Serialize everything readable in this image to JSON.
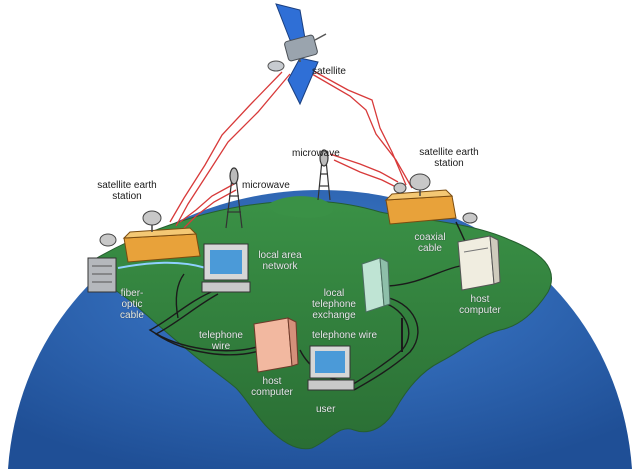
{
  "labels": {
    "satellite": "satellite",
    "microwave_top": "microwave",
    "microwave_left": "microwave",
    "earth_station_left_1": "satellite earth",
    "earth_station_left_2": "station",
    "earth_station_right_1": "satellite earth",
    "earth_station_right_2": "station",
    "lan_1": "local area",
    "lan_2": "network",
    "coaxial_1": "coaxial",
    "coaxial_2": "cable",
    "fiber_1": "fiber-",
    "fiber_2": "optic",
    "fiber_3": "cable",
    "exchange_1": "local",
    "exchange_2": "telephone",
    "exchange_3": "exchange",
    "tel_wire_right": "telephone wire",
    "tel_wire_left_1": "telephone",
    "tel_wire_left_2": "wire",
    "host_right_1": "host",
    "host_right_2": "computer",
    "host_center_1": "host",
    "host_center_2": "computer",
    "user": "user"
  },
  "colors": {
    "ocean": "#2a5ea8",
    "land": "#2f7d3a",
    "link_red": "#d83a3a",
    "cable_dark": "#1b1b1b",
    "station_orange": "#e8a23a",
    "lan_screen": "#4b9ad8"
  }
}
